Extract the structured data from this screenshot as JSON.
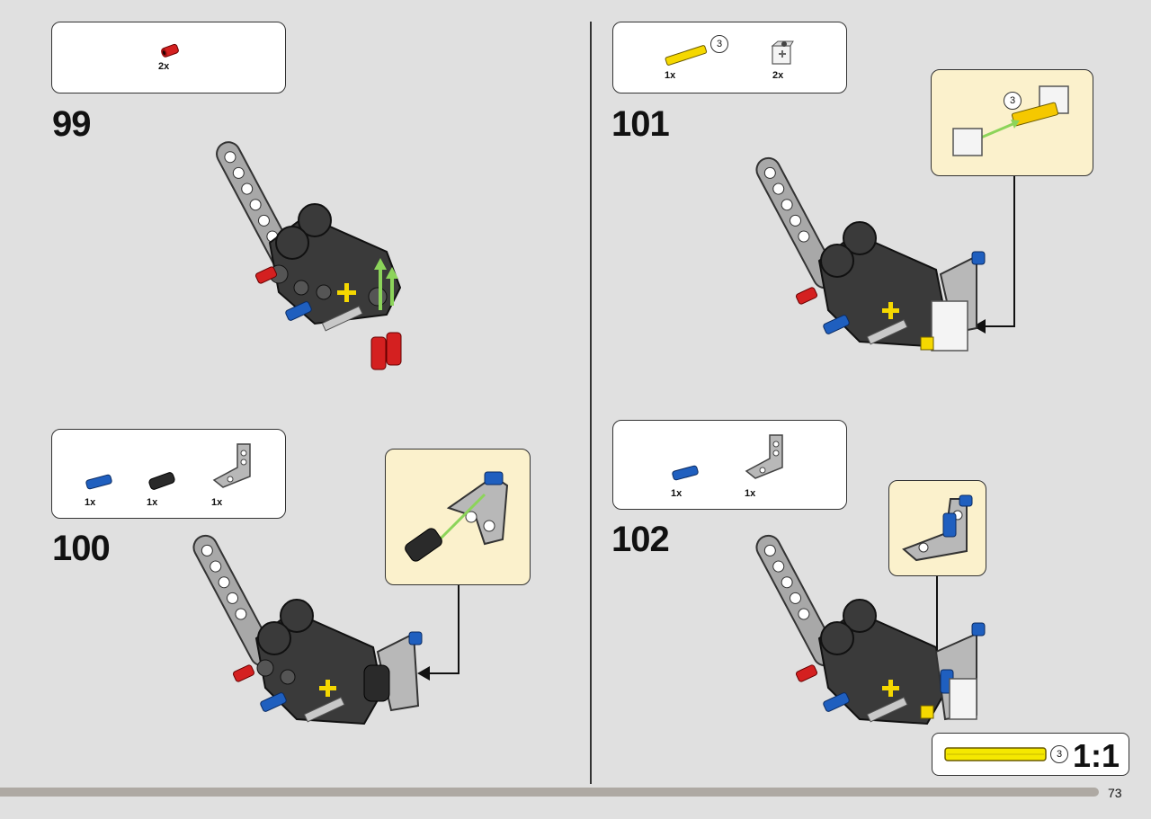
{
  "page_number": "73",
  "scale": {
    "label": "1:1",
    "length_ref": "3"
  },
  "steps": [
    {
      "number": "99",
      "parts": [
        {
          "qty": "2x",
          "icon": "red-pin-icon"
        }
      ]
    },
    {
      "number": "100",
      "parts": [
        {
          "qty": "1x",
          "icon": "blue-pin-icon"
        },
        {
          "qty": "1x",
          "icon": "black-axle-connector-icon"
        },
        {
          "qty": "1x",
          "icon": "gray-l-beam-icon"
        }
      ]
    },
    {
      "number": "101",
      "parts": [
        {
          "qty": "1x",
          "icon": "yellow-axle-icon",
          "length": "3"
        },
        {
          "qty": "2x",
          "icon": "white-cross-block-icon"
        }
      ],
      "callout_length": "3"
    },
    {
      "number": "102",
      "parts": [
        {
          "qty": "1x",
          "icon": "blue-pin-icon"
        },
        {
          "qty": "1x",
          "icon": "gray-l-beam-icon"
        }
      ]
    }
  ],
  "colors": {
    "background": "#e0e0e0",
    "callout": "#fbf1cc",
    "red": "#d42020",
    "blue": "#1f5fbf",
    "yellow": "#f5d800",
    "dark_gray": "#3a3a3a",
    "light_gray": "#a8a8a8"
  }
}
